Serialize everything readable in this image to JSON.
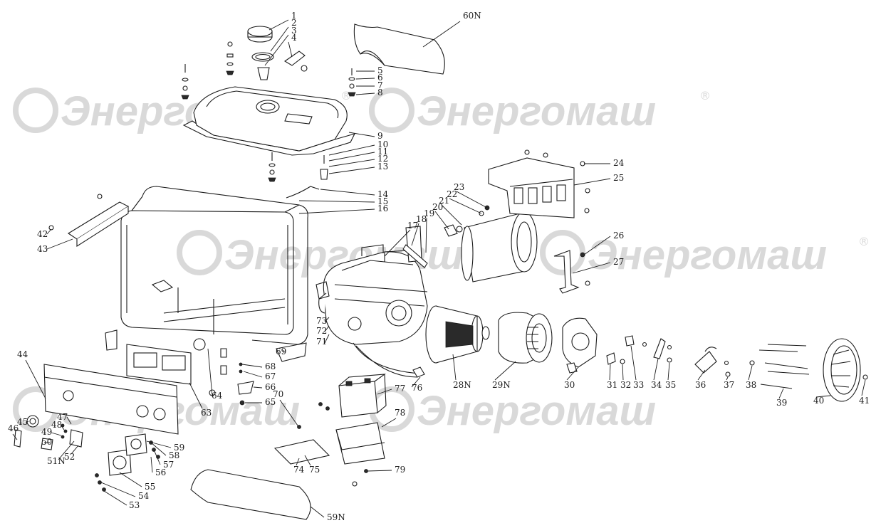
{
  "watermark": {
    "brand": "Энергомаш",
    "mark": "®",
    "color": "#d9d9d9"
  },
  "callouts": [
    "1",
    "2",
    "3",
    "4",
    "5",
    "6",
    "7",
    "8",
    "9",
    "10",
    "11",
    "12",
    "13",
    "14",
    "15",
    "16",
    "17",
    "18",
    "19",
    "20",
    "21",
    "22",
    "23",
    "24",
    "25",
    "26",
    "27",
    "28N",
    "29N",
    "30",
    "31",
    "32",
    "33",
    "34",
    "35",
    "36",
    "37",
    "38",
    "39",
    "40",
    "41",
    "42",
    "43",
    "44",
    "45",
    "46",
    "47",
    "48",
    "49",
    "50",
    "51N",
    "52",
    "53",
    "54",
    "55",
    "56",
    "57",
    "58",
    "59",
    "59N",
    "60N",
    "63",
    "64",
    "65",
    "66",
    "67",
    "68",
    "69",
    "70",
    "71",
    "72",
    "73",
    "74",
    "75",
    "76",
    "77",
    "78",
    "79"
  ]
}
